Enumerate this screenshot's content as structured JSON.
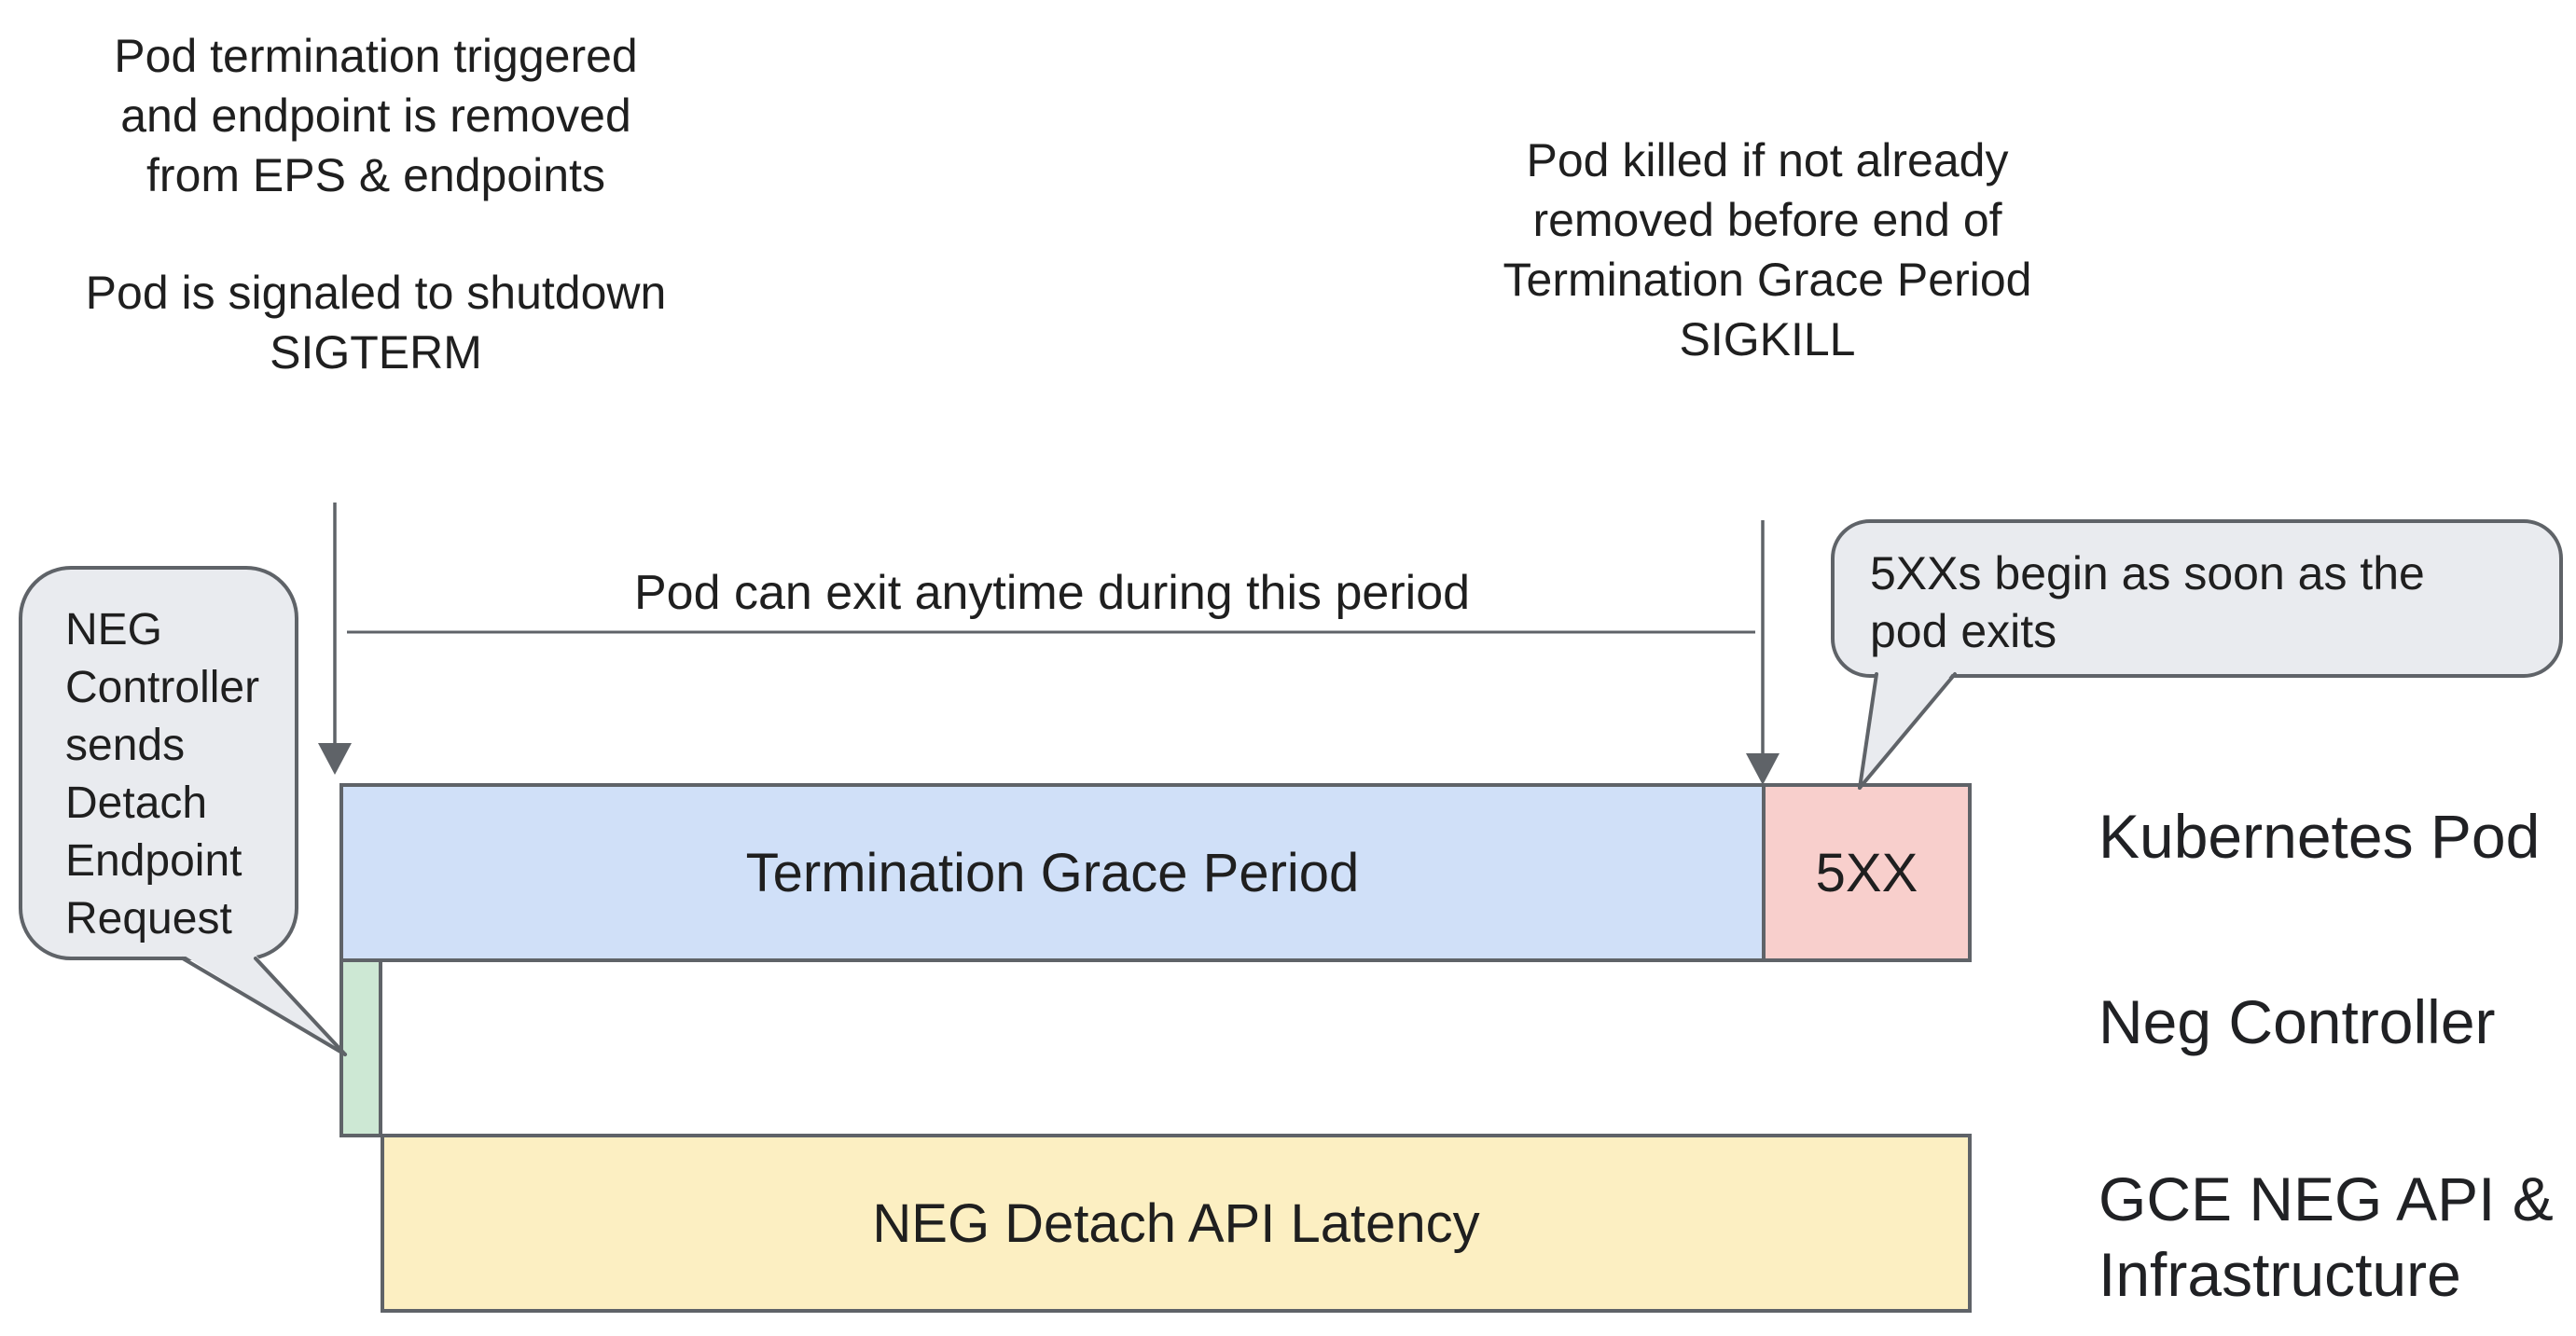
{
  "diagram": {
    "title_implicit": "Pod termination / NEG detach timeline",
    "notes": {
      "termination": {
        "lines": [
          "Pod termination triggered",
          "and endpoint is removed",
          "from EPS & endpoints"
        ]
      },
      "sigterm": {
        "lines": [
          "Pod is signaled to shutdown",
          "SIGTERM"
        ]
      },
      "sigkill": {
        "lines": [
          "Pod killed if not already",
          "removed before end of",
          "Termination Grace Period",
          "SIGKILL"
        ]
      },
      "period_label": "Pod can exit anytime during this period"
    },
    "bubbles": {
      "left": {
        "lines": [
          "NEG",
          "Controller",
          "sends",
          "Detach",
          "Endpoint",
          "Request"
        ]
      },
      "right": {
        "lines": [
          "5XXs begin as soon as the",
          "pod exits"
        ]
      }
    },
    "bars": {
      "grace_label": "Termination Grace Period",
      "fivexx_label": "5XX",
      "neg_detach_label": "NEG Detach API Latency"
    },
    "row_labels": {
      "pod": "Kubernetes Pod",
      "neg": "Neg Controller",
      "api_line1": "GCE NEG API &",
      "api_line2": "Infrastructure"
    },
    "colors": {
      "grace_fill": "#d0e0f8",
      "fivexx_fill": "#f8cfcc",
      "neg_fill": "#cde8d4",
      "api_fill": "#fcefc2",
      "bubble_fill": "#e9ebef",
      "stroke": "#5f6368",
      "background": "#ffffff",
      "text": "#1f1f1f"
    }
  }
}
